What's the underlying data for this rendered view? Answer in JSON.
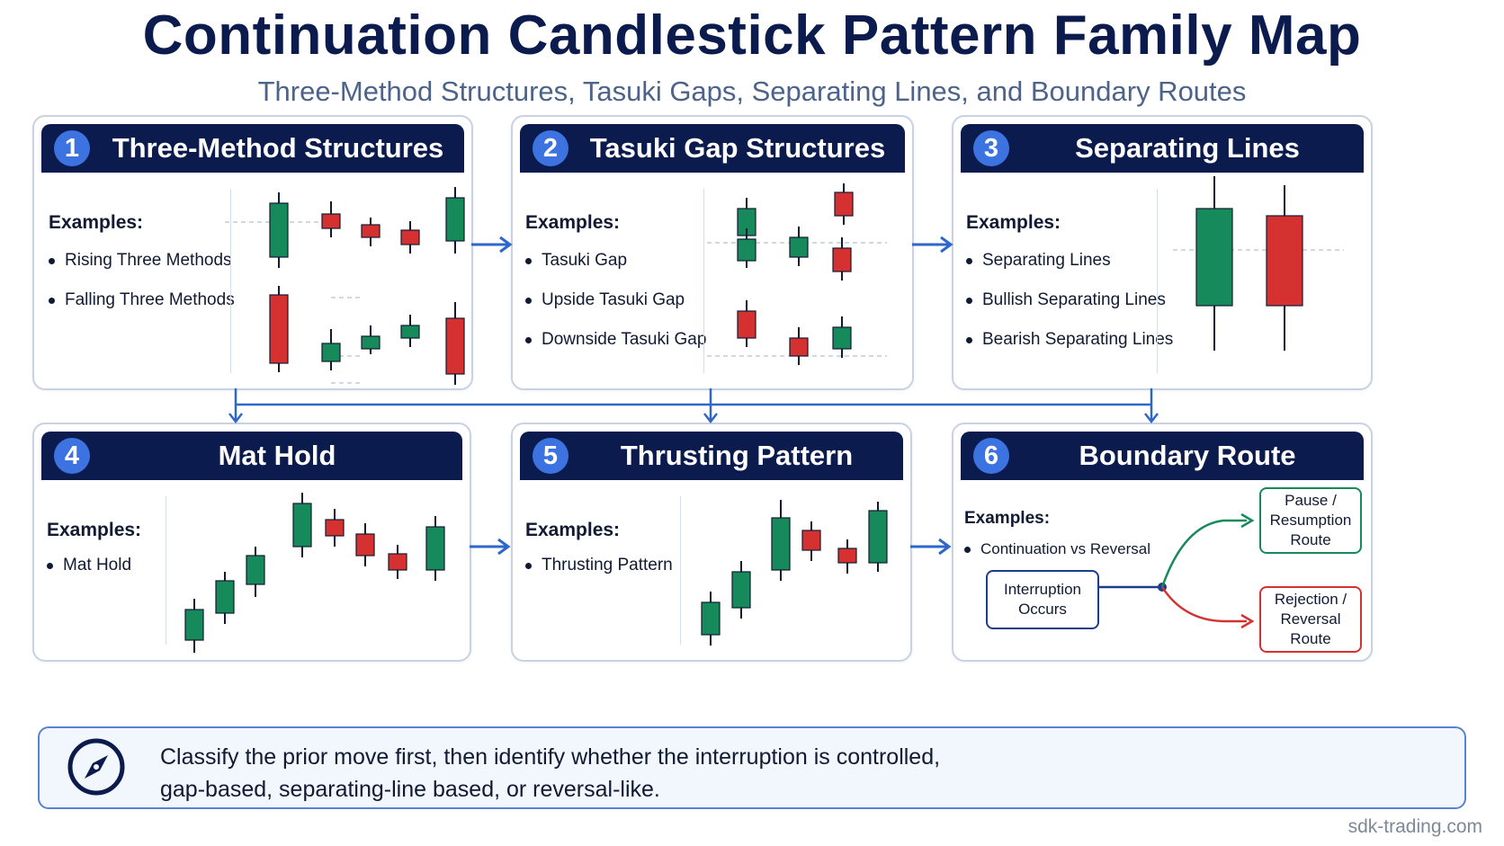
{
  "title": "Continuation Candlestick Pattern Family Map",
  "subtitle": "Three-Method Structures, Tasuki Gaps, Separating Lines, and Boundary Routes",
  "examples_label": "Examples:",
  "colors": {
    "navy": "#0c1b4d",
    "accent": "#3d73e0",
    "bullish": "#178a5c",
    "bearish": "#d63131",
    "arrow": "#2f66cc"
  },
  "panels": [
    {
      "num": "1",
      "title": "Three-Method Structures",
      "examples": [
        "Rising Three Methods",
        "Falling Three Methods"
      ]
    },
    {
      "num": "2",
      "title": "Tasuki Gap Structures",
      "examples": [
        "Tasuki Gap",
        "Upside Tasuki Gap",
        "Downside Tasuki Gap"
      ]
    },
    {
      "num": "3",
      "title": "Separating Lines",
      "examples": [
        "Separating Lines",
        "Bullish Separating Lines",
        "Bearish Separating Lines"
      ]
    },
    {
      "num": "4",
      "title": "Mat Hold",
      "examples": [
        "Mat Hold"
      ]
    },
    {
      "num": "5",
      "title": "Thrusting Pattern",
      "examples": [
        "Thrusting Pattern"
      ]
    },
    {
      "num": "6",
      "title": "Boundary Route",
      "examples": [
        "Continuation vs Reversal"
      ]
    }
  ],
  "boundary": {
    "start": "Interruption Occurs",
    "pause": [
      "Pause /",
      "Resumption",
      "Route"
    ],
    "reject": [
      "Rejection /",
      "Reversal",
      "Route"
    ]
  },
  "footer": [
    "Classify the prior move first, then identify whether the interruption is controlled,",
    "gap-based, separating-line based, or reversal-like."
  ],
  "brand": "sdk-trading.com",
  "icons": {
    "compass": "compass-icon"
  }
}
